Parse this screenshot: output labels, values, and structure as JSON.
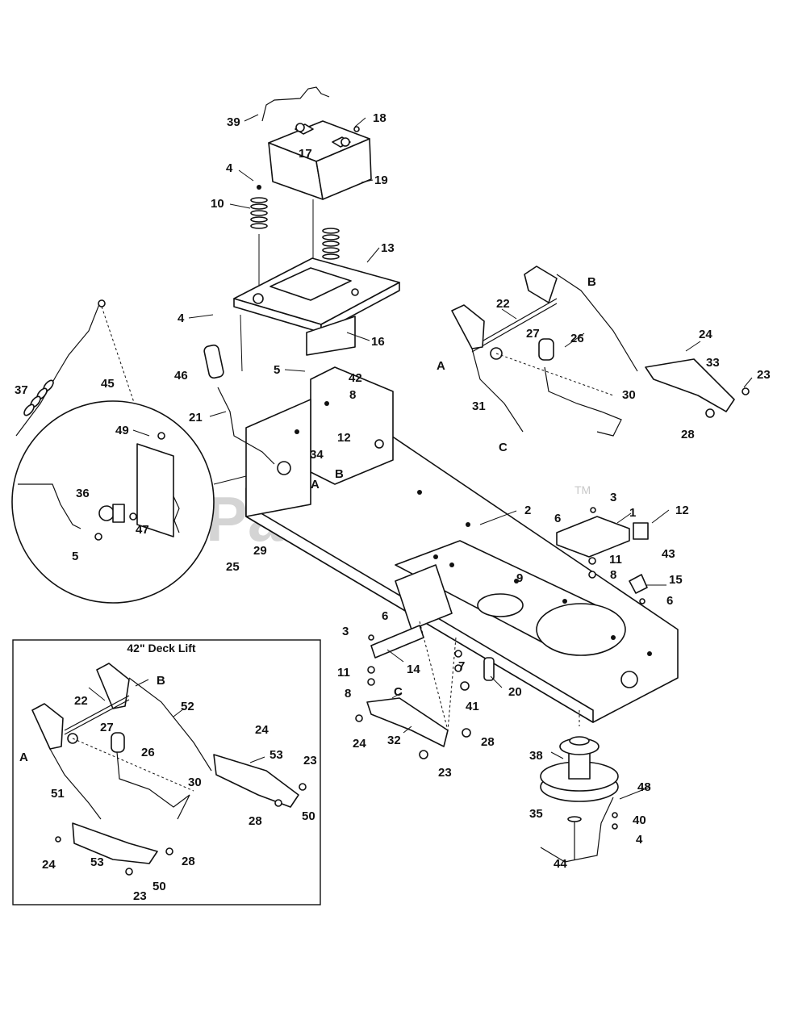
{
  "diagram": {
    "inset_title": "42\" Deck Lift",
    "watermark": "PartsTree",
    "trademark": "TM",
    "callouts": [
      {
        "id": "c39",
        "text": "39"
      },
      {
        "id": "c18",
        "text": "18"
      },
      {
        "id": "c17",
        "text": "17"
      },
      {
        "id": "c19",
        "text": "19"
      },
      {
        "id": "c4a",
        "text": "4"
      },
      {
        "id": "c10",
        "text": "10"
      },
      {
        "id": "c13",
        "text": "13"
      },
      {
        "id": "c4b",
        "text": "4"
      },
      {
        "id": "c16",
        "text": "16"
      },
      {
        "id": "c46",
        "text": "46"
      },
      {
        "id": "c5a",
        "text": "5"
      },
      {
        "id": "c42",
        "text": "42"
      },
      {
        "id": "c8a",
        "text": "8"
      },
      {
        "id": "c21",
        "text": "21"
      },
      {
        "id": "c12a",
        "text": "12"
      },
      {
        "id": "c34",
        "text": "34"
      },
      {
        "id": "cBa",
        "text": "B"
      },
      {
        "id": "cAa",
        "text": "A"
      },
      {
        "id": "c37",
        "text": "37"
      },
      {
        "id": "c45",
        "text": "45"
      },
      {
        "id": "c49",
        "text": "49"
      },
      {
        "id": "c36",
        "text": "36"
      },
      {
        "id": "c47",
        "text": "47"
      },
      {
        "id": "c5b",
        "text": "5"
      },
      {
        "id": "c25",
        "text": "25"
      },
      {
        "id": "c29",
        "text": "29"
      },
      {
        "id": "c2",
        "text": "2"
      },
      {
        "id": "c22a",
        "text": "22"
      },
      {
        "id": "cBb",
        "text": "B"
      },
      {
        "id": "c27a",
        "text": "27"
      },
      {
        "id": "c26a",
        "text": "26"
      },
      {
        "id": "cAb",
        "text": "A"
      },
      {
        "id": "c31",
        "text": "31"
      },
      {
        "id": "cCa",
        "text": "C"
      },
      {
        "id": "c30a",
        "text": "30"
      },
      {
        "id": "c24a",
        "text": "24"
      },
      {
        "id": "c33",
        "text": "33"
      },
      {
        "id": "c23a",
        "text": "23"
      },
      {
        "id": "c28a",
        "text": "28"
      },
      {
        "id": "c3a",
        "text": "3"
      },
      {
        "id": "c6a",
        "text": "6"
      },
      {
        "id": "c1",
        "text": "1"
      },
      {
        "id": "c12b",
        "text": "12"
      },
      {
        "id": "c43",
        "text": "43"
      },
      {
        "id": "c11a",
        "text": "11"
      },
      {
        "id": "c8b",
        "text": "8"
      },
      {
        "id": "c9",
        "text": "9"
      },
      {
        "id": "c15",
        "text": "15"
      },
      {
        "id": "c6b",
        "text": "6"
      },
      {
        "id": "c3b",
        "text": "3"
      },
      {
        "id": "c6c",
        "text": "6"
      },
      {
        "id": "c14",
        "text": "14"
      },
      {
        "id": "c11b",
        "text": "11"
      },
      {
        "id": "c8c",
        "text": "8"
      },
      {
        "id": "c7",
        "text": "7"
      },
      {
        "id": "c41",
        "text": "41"
      },
      {
        "id": "c20",
        "text": "20"
      },
      {
        "id": "cCb",
        "text": "C"
      },
      {
        "id": "c24b",
        "text": "24"
      },
      {
        "id": "c32",
        "text": "32"
      },
      {
        "id": "c28b",
        "text": "28"
      },
      {
        "id": "c23b",
        "text": "23"
      },
      {
        "id": "c38",
        "text": "38"
      },
      {
        "id": "c48",
        "text": "48"
      },
      {
        "id": "c35",
        "text": "35"
      },
      {
        "id": "c40",
        "text": "40"
      },
      {
        "id": "c4c",
        "text": "4"
      },
      {
        "id": "c44",
        "text": "44"
      },
      {
        "id": "c22b",
        "text": "22"
      },
      {
        "id": "cBc",
        "text": "B"
      },
      {
        "id": "c52",
        "text": "52"
      },
      {
        "id": "c27b",
        "text": "27"
      },
      {
        "id": "cAc",
        "text": "A"
      },
      {
        "id": "c26b",
        "text": "26"
      },
      {
        "id": "c24c",
        "text": "24"
      },
      {
        "id": "c53a",
        "text": "53"
      },
      {
        "id": "c23c",
        "text": "23"
      },
      {
        "id": "c51",
        "text": "51"
      },
      {
        "id": "c30b",
        "text": "30"
      },
      {
        "id": "c28c",
        "text": "28"
      },
      {
        "id": "c50a",
        "text": "50"
      },
      {
        "id": "c24d",
        "text": "24"
      },
      {
        "id": "c53b",
        "text": "53"
      },
      {
        "id": "c28d",
        "text": "28"
      },
      {
        "id": "c23d",
        "text": "23"
      },
      {
        "id": "c50b",
        "text": "50"
      }
    ]
  }
}
